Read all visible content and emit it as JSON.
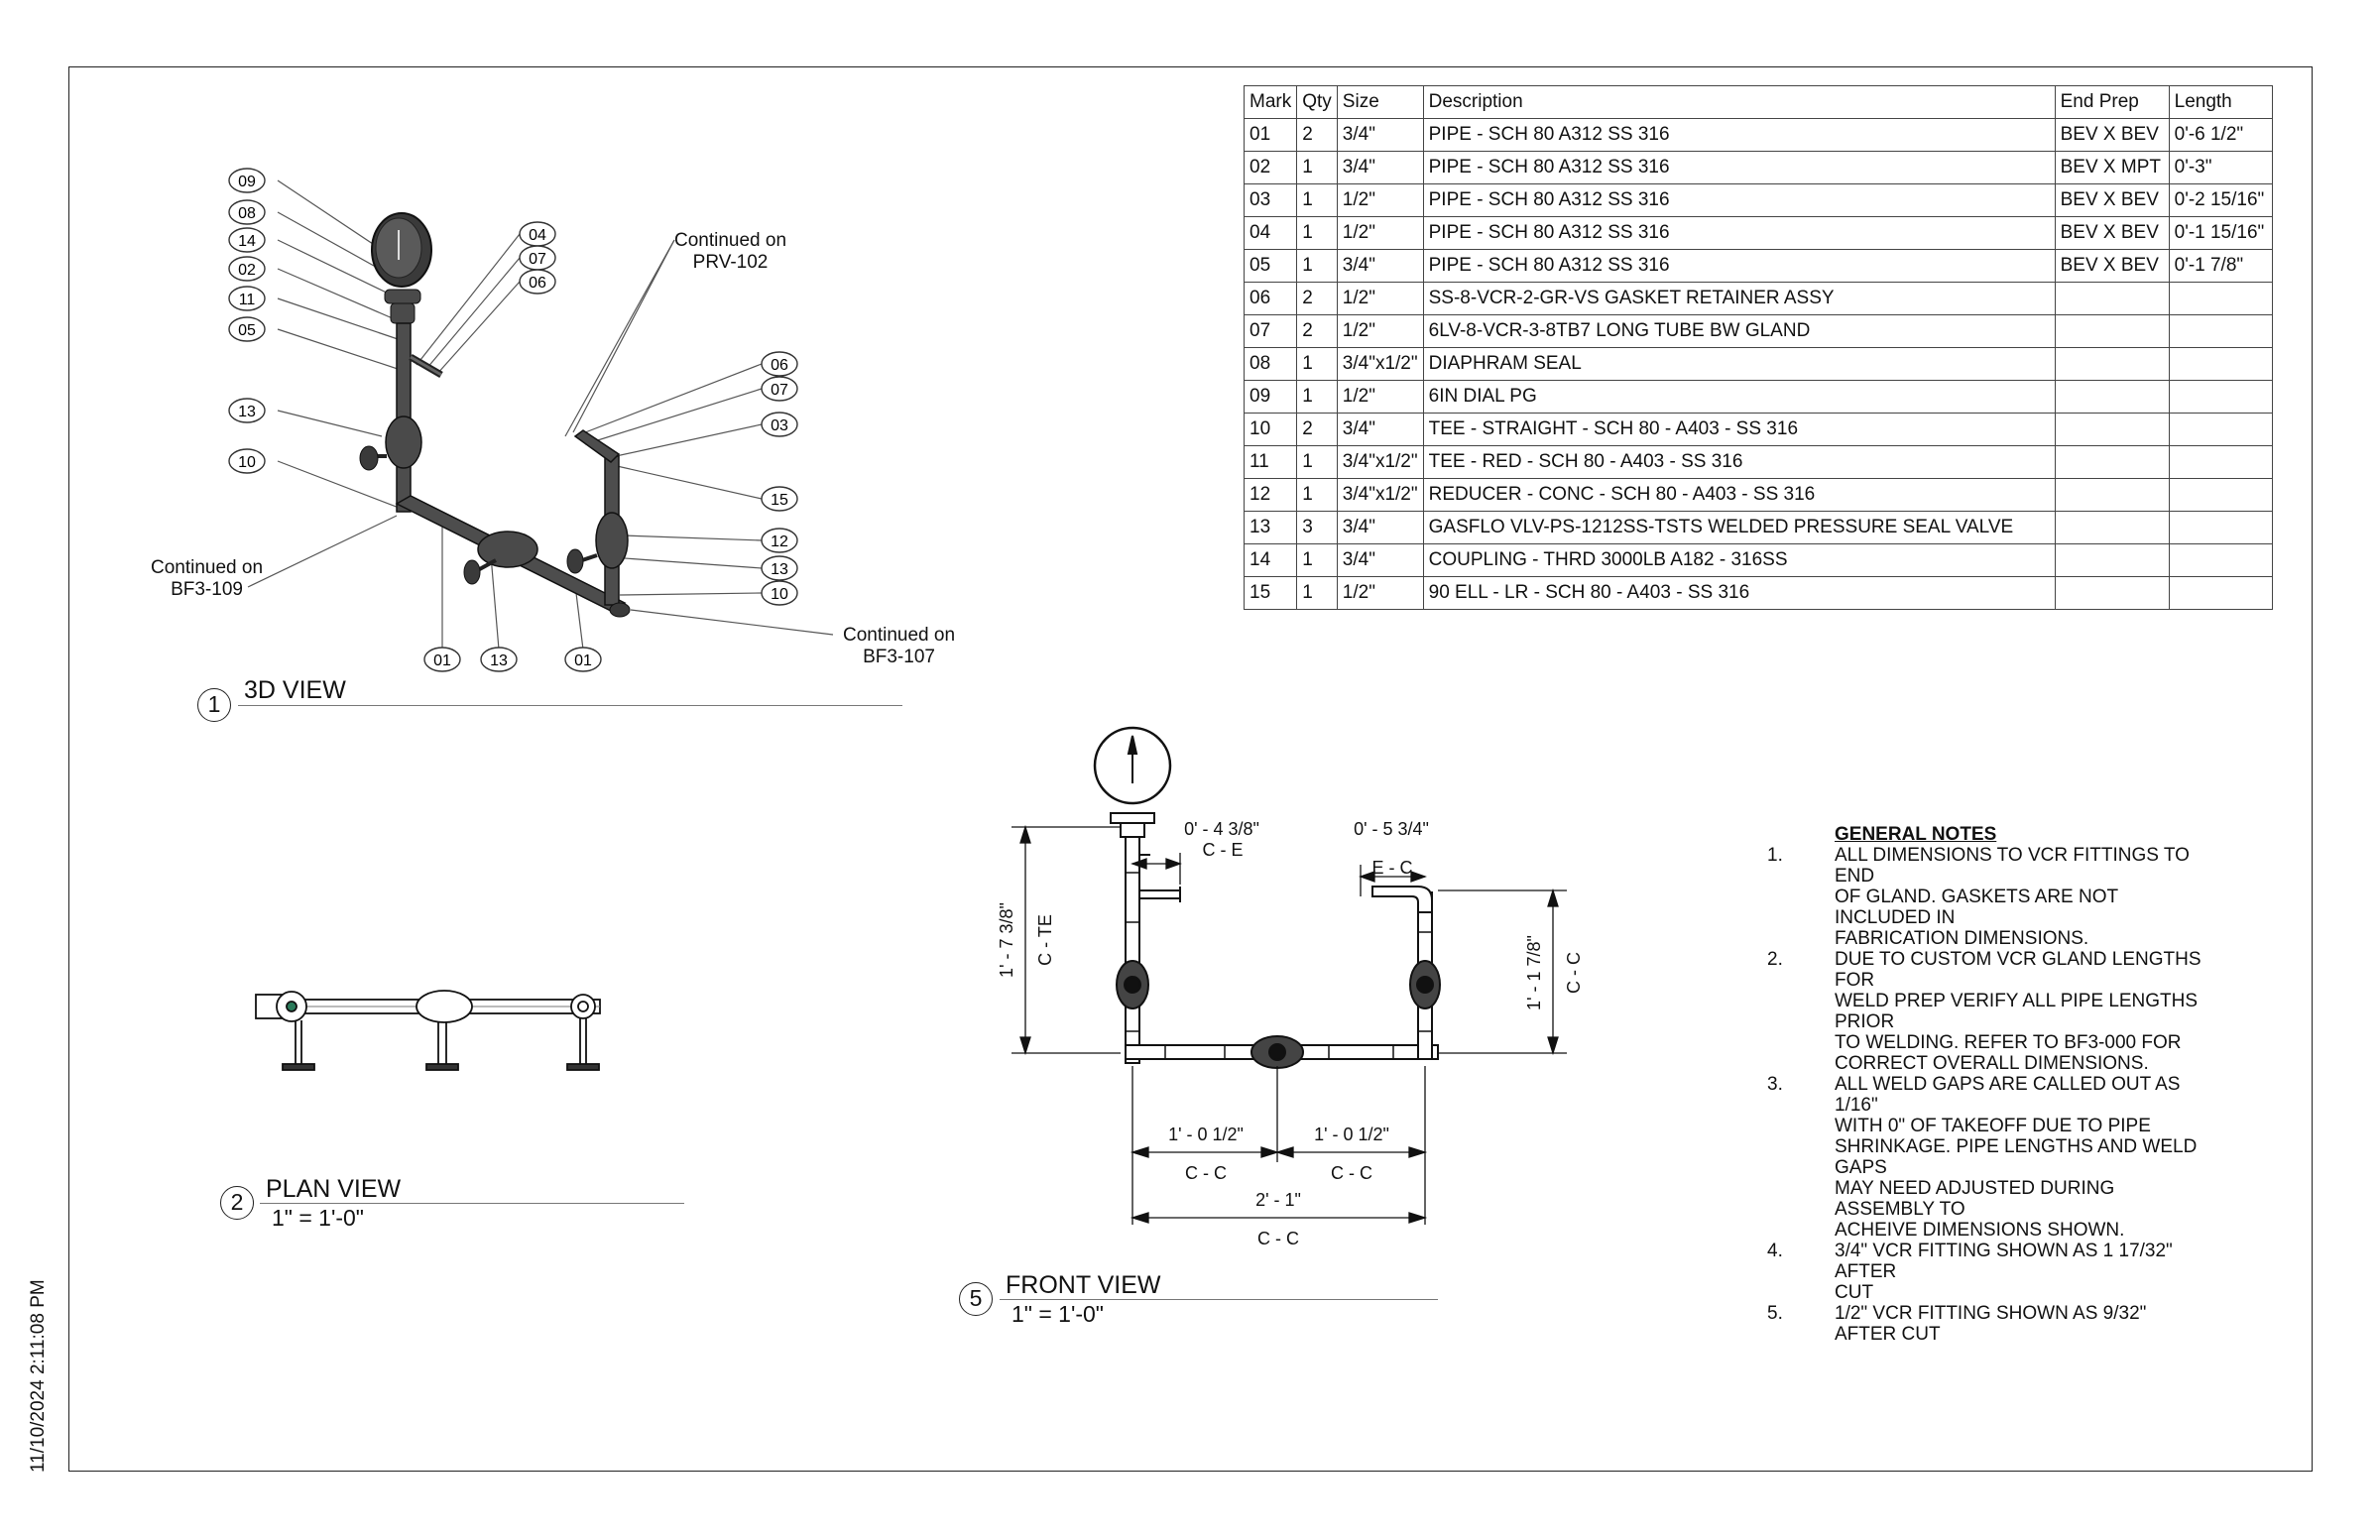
{
  "print_stamp": "11/10/2024 2:11:08 PM",
  "bom": {
    "headers": [
      "Mark",
      "Qty",
      "Size",
      "Description",
      "End Prep",
      "Length"
    ],
    "rows": [
      [
        "01",
        "2",
        "3/4\"",
        "PIPE - SCH 80 A312 SS 316",
        "BEV X BEV",
        "0'-6 1/2\""
      ],
      [
        "02",
        "1",
        "3/4\"",
        "PIPE - SCH 80 A312 SS 316",
        "BEV X MPT",
        "0'-3\""
      ],
      [
        "03",
        "1",
        "1/2\"",
        "PIPE - SCH 80 A312 SS 316",
        "BEV X BEV",
        "0'-2 15/16\""
      ],
      [
        "04",
        "1",
        "1/2\"",
        "PIPE - SCH 80 A312 SS 316",
        "BEV X BEV",
        "0'-1 15/16\""
      ],
      [
        "05",
        "1",
        "3/4\"",
        "PIPE - SCH 80 A312 SS 316",
        "BEV X BEV",
        "0'-1 7/8\""
      ],
      [
        "06",
        "2",
        "1/2\"",
        "SS-8-VCR-2-GR-VS GASKET RETAINER ASSY",
        "",
        ""
      ],
      [
        "07",
        "2",
        "1/2\"",
        "6LV-8-VCR-3-8TB7 LONG TUBE BW GLAND",
        "",
        ""
      ],
      [
        "08",
        "1",
        "3/4\"x1/2\"",
        "DIAPHRAM SEAL",
        "",
        ""
      ],
      [
        "09",
        "1",
        "1/2\"",
        "6IN DIAL PG",
        "",
        ""
      ],
      [
        "10",
        "2",
        "3/4\"",
        "TEE - STRAIGHT - SCH 80 - A403 - SS 316",
        "",
        ""
      ],
      [
        "11",
        "1",
        "3/4\"x1/2\"",
        "TEE - RED - SCH 80 - A403 - SS 316",
        "",
        ""
      ],
      [
        "12",
        "1",
        "3/4\"x1/2\"",
        "REDUCER - CONC - SCH 80 - A403 - SS 316",
        "",
        ""
      ],
      [
        "13",
        "3",
        "3/4\"",
        "GASFLO VLV-PS-1212SS-TSTS WELDED PRESSURE SEAL VALVE",
        "",
        ""
      ],
      [
        "14",
        "1",
        "3/4\"",
        "COUPLING - THRD 3000LB A182 - 316SS",
        "",
        ""
      ],
      [
        "15",
        "1",
        "1/2\"",
        "90 ELL - LR - SCH 80 - A403 - SS 316",
        "",
        ""
      ]
    ]
  },
  "view_3d": {
    "number": "1",
    "title": "3D VIEW",
    "balloons_left": [
      "09",
      "08",
      "14",
      "02",
      "11",
      "05",
      "13",
      "10"
    ],
    "balloons_top": [
      "04",
      "07",
      "06"
    ],
    "balloons_right": [
      "06",
      "07",
      "03",
      "15",
      "12",
      "13",
      "10"
    ],
    "balloons_bottom": [
      "01",
      "13",
      "01"
    ],
    "cont_prv_1": "Continued on",
    "cont_prv_2": "PRV-102",
    "cont_bf109_1": "Continued on",
    "cont_bf109_2": "BF3-109",
    "cont_bf107_1": "Continued on",
    "cont_bf107_2": "BF3-107"
  },
  "view_plan": {
    "number": "2",
    "title": "PLAN VIEW",
    "scale": "1\" = 1'-0\""
  },
  "view_front": {
    "number": "5",
    "title": "FRONT VIEW",
    "scale": "1\" = 1'-0\"",
    "dims": {
      "ce_value": "0' - 4 3/8\"",
      "ce_label": "C - E",
      "ec_value": "0' - 5 3/4\"",
      "ec_label": "E - C",
      "left_vert_value": "1' - 7 3/8\"",
      "left_vert_label": "C - TE",
      "right_vert_value": "1' - 1 7/8\"",
      "right_vert_label": "C - C",
      "cc1_value": "1' - 0 1/2\"",
      "cc1_label": "C - C",
      "cc2_value": "1' - 0 1/2\"",
      "cc2_label": "C - C",
      "total_value": "2' - 1\"",
      "total_label": "C - C"
    }
  },
  "notes": {
    "title": "GENERAL NOTES",
    "items": [
      {
        "num": "1.",
        "lines": [
          "ALL DIMENSIONS TO VCR FITTINGS TO END",
          "OF GLAND. GASKETS ARE NOT INCLUDED IN",
          "FABRICATION DIMENSIONS."
        ]
      },
      {
        "num": "2.",
        "lines": [
          "DUE TO CUSTOM VCR GLAND LENGTHS FOR",
          "WELD PREP VERIFY ALL PIPE LENGTHS PRIOR",
          "TO WELDING. REFER TO BF3-000 FOR",
          "CORRECT OVERALL DIMENSIONS."
        ]
      },
      {
        "num": "3.",
        "lines": [
          "ALL WELD GAPS ARE CALLED OUT AS 1/16\"",
          "WITH 0\" OF TAKEOFF DUE TO PIPE",
          "SHRINKAGE. PIPE LENGTHS AND WELD GAPS",
          "MAY NEED ADJUSTED DURING ASSEMBLY TO",
          "ACHEIVE DIMENSIONS SHOWN."
        ]
      },
      {
        "num": "4.",
        "lines": [
          "3/4\" VCR FITTING SHOWN AS 1 17/32\" AFTER",
          "CUT"
        ]
      },
      {
        "num": "5.",
        "lines": [
          "1/2\" VCR FITTING SHOWN AS 9/32\" AFTER CUT"
        ]
      }
    ]
  }
}
